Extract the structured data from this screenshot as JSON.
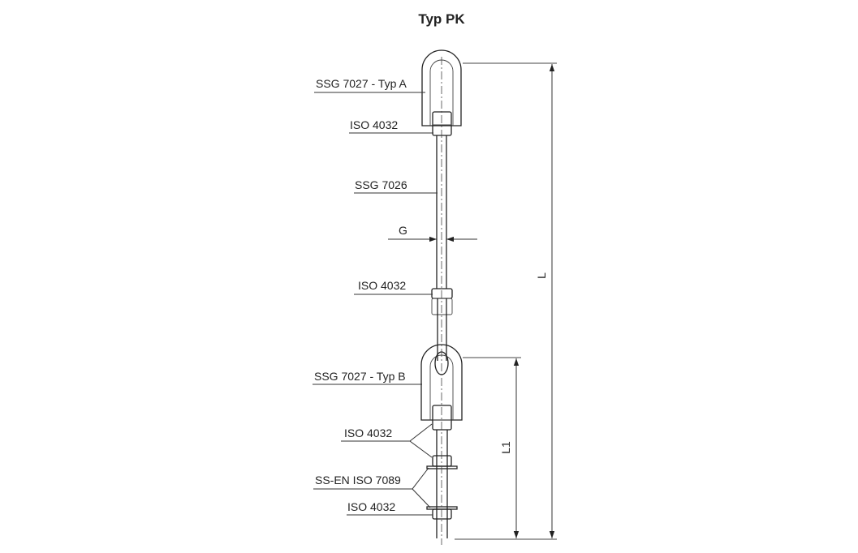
{
  "title": "Typ PK",
  "labels": {
    "clevis_a": "SSG 7027 - Typ A",
    "nut_top": "ISO 4032",
    "rod": "SSG 7026",
    "thread": "G",
    "nut_mid": "ISO 4032",
    "clevis_b": "SSG 7027 - Typ B",
    "nut_lower": "ISO 4032",
    "washer": "SS-EN ISO 7089",
    "nut_bottom": "ISO 4032"
  },
  "dimensions": {
    "total_length": "L",
    "lower_length": "L1"
  }
}
